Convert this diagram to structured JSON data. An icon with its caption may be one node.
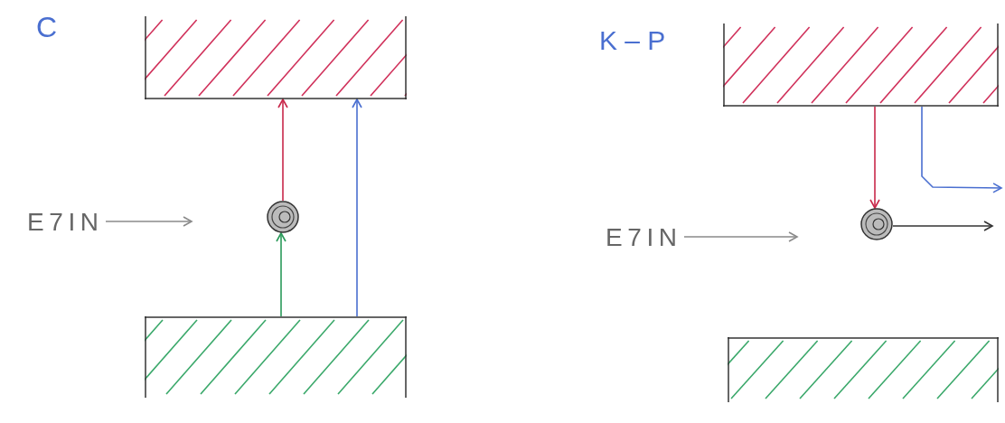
{
  "diagram": {
    "nodes": [
      {
        "text": [],
        "shape": "box"
      },
      {
        "text": [],
        "shape": "box"
      },
      {
        "text": [],
        "shape": "circle"
      },
      {
        "text": [
          "E7IN"
        ]
      },
      {
        "text": [],
        "shape": "box"
      },
      {
        "text": [],
        "shape": "box"
      },
      {
        "text": [],
        "shape": "circle"
      },
      {
        "text": [
          "E7IN"
        ]
      }
    ],
    "edges": [
      {
        "from": 2,
        "to": 0,
        "arrow": "to",
        "color": "#c8284a"
      },
      {
        "from": 1,
        "to": 2,
        "arrow": "to",
        "color": "#2a9a5a"
      },
      {
        "from": 1,
        "to": 0,
        "arrow": "to",
        "color": "#4a6fd0"
      },
      {
        "from": 3,
        "to": null,
        "arrow": "to",
        "color": "#8a8a8a"
      },
      {
        "from": 4,
        "to": 6,
        "arrow": "to",
        "color": "#c8284a"
      },
      {
        "from": 4,
        "to": null,
        "arrow": "to",
        "color": "#4a6fd0"
      },
      {
        "from": 6,
        "to": null,
        "arrow": "to",
        "color": "#333333"
      },
      {
        "from": 7,
        "to": null,
        "arrow": "to",
        "color": "#8a8a8a"
      }
    ],
    "labels": [
      "C",
      "K – P"
    ]
  }
}
